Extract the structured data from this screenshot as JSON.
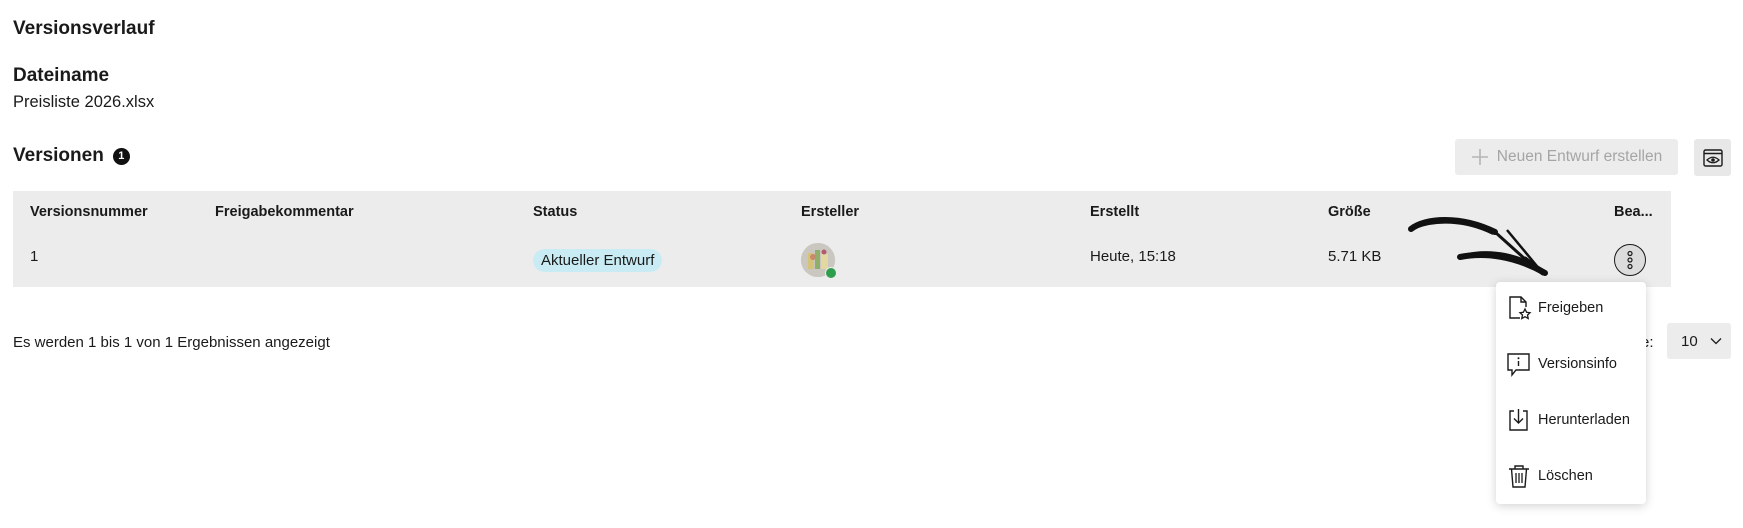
{
  "page": {
    "title": "Versionsverlauf",
    "file_label": "Dateiname",
    "file_name": "Preisliste 2026.xlsx"
  },
  "versions": {
    "heading": "Versionen",
    "count": "1",
    "new_draft_label": "Neuen Entwurf erstellen",
    "preview_icon": "eye-in-window-icon"
  },
  "table": {
    "columns": [
      "Versionsnummer",
      "Freigabekommentar",
      "Status",
      "Ersteller",
      "Erstellt",
      "Größe",
      "Bea..."
    ],
    "rows": [
      {
        "version": "1",
        "comment": "",
        "status": "Aktueller Entwurf",
        "creator_avatar": "user-avatar",
        "created": "Heute, 15:18",
        "size": "5.71 KB"
      }
    ]
  },
  "footer": {
    "results_text": "Es werden 1 bis 1 von 1 Ergebnissen angezeigt",
    "per_page_label_visible": "e:",
    "page_size": "10"
  },
  "context_menu": {
    "items": [
      {
        "label": "Freigeben",
        "icon": "document-star-icon"
      },
      {
        "label": "Versionsinfo",
        "icon": "info-bubble-icon"
      },
      {
        "label": "Herunterladen",
        "icon": "download-icon"
      },
      {
        "label": "Löschen",
        "icon": "trash-icon"
      }
    ]
  },
  "colors": {
    "table_bg": "#ececec",
    "status_badge_bg": "#c9ecf4",
    "online_dot": "#2e9e4c",
    "disabled_text": "#a5a5a5"
  }
}
